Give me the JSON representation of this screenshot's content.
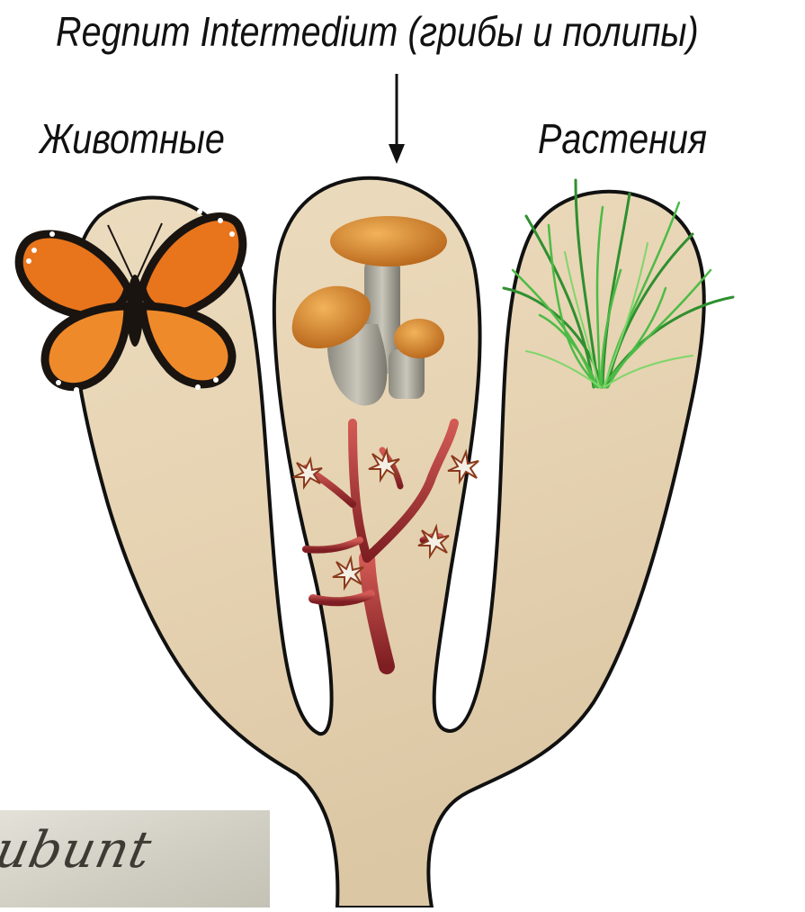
{
  "title": "Regnum Intermedium (грибы и полипы)",
  "branches": {
    "left_label": "Животные",
    "right_label": "Растения"
  },
  "manuscript_fragment": "ubunt",
  "colors": {
    "parchment": "#e8d7b8",
    "outline": "#111111",
    "butterfly_orange": "#e8741c",
    "mushroom_cap": "#d98a2b",
    "coral_red": "#b8383a",
    "grass_green": "#3aa83a"
  },
  "icons": [
    "butterfly-icon",
    "mushrooms-icon",
    "coral-polyp-icon",
    "grass-icon",
    "down-arrow-icon"
  ]
}
